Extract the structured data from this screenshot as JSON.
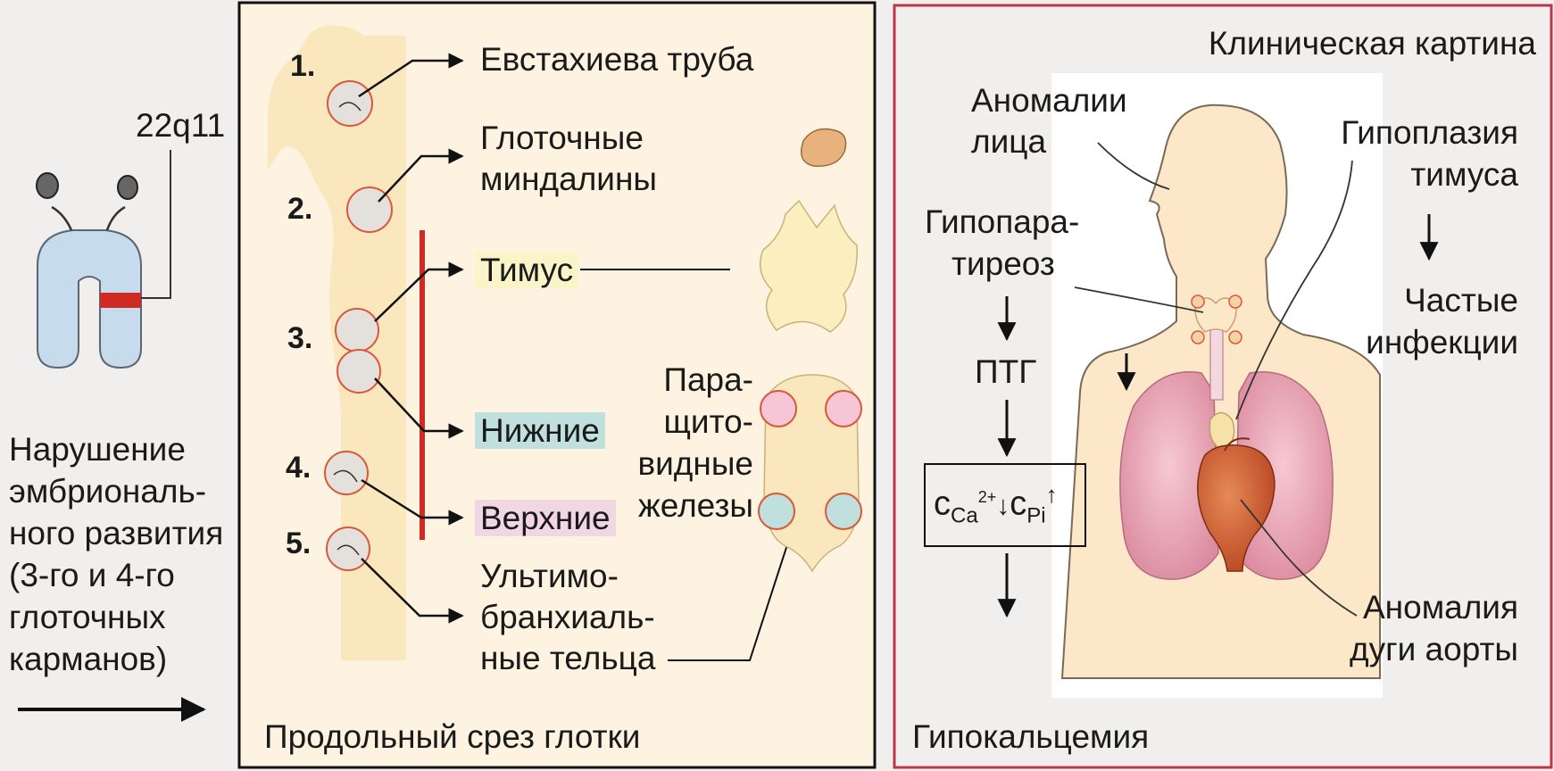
{
  "left_panel": {
    "chromosome_label": "22q11",
    "disorder_lines": [
      "Нарушение",
      "эмбриональ-",
      "ного развития",
      "(3-го и 4-го",
      "глоточных",
      "карманов)"
    ]
  },
  "middle_panel": {
    "pouch_numbers": [
      "1.",
      "2.",
      "3.",
      "4.",
      "5."
    ],
    "eustachian_tube": "Евстахиева труба",
    "tonsils_lines": [
      "Глоточные",
      "миндалины"
    ],
    "thymus": "Тимус",
    "lower": "Нижние",
    "upper": "Верхние",
    "ultimobranchial_lines": [
      "Ультимо-",
      "бранхиаль-",
      "ные тельца"
    ],
    "parathyroid_lines": [
      "Пара-",
      "щито-",
      "видные",
      "железы"
    ],
    "caption": "Продольный срез глотки"
  },
  "right_panel": {
    "title": "Клиническая картина",
    "face_lines": [
      "Аномалии",
      "лица"
    ],
    "thymus_hypo_lines": [
      "Гипоплазия",
      "тимуса"
    ],
    "hypopara_lines": [
      "Гипопара-",
      "тиреоз"
    ],
    "pth": "ПТГ",
    "infections_lines": [
      "Частые",
      "инфекции"
    ],
    "ca_c1": "c",
    "ca_sub1": "Ca",
    "ca_sup1": "2+",
    "ca_arrow1": "↓",
    "ca_c2": "c",
    "ca_sub2": "Pi",
    "ca_arrow2": "↑",
    "aortic_lines": [
      "Аномалия",
      "дуги аорты"
    ],
    "hypocalcemia": "Гипокальцемия"
  },
  "colors": {
    "pharynx_fill": "#fbe7bd",
    "pouch_stroke": "#d9583a",
    "red_bar": "#cf2a24",
    "frame_border": "#c0344a",
    "chromosome_fill": "#c6dbeb",
    "thymus_highlight": "#fbf4c8",
    "lower_highlight": "#bfe0dc",
    "upper_highlight": "#f1d6e4"
  }
}
